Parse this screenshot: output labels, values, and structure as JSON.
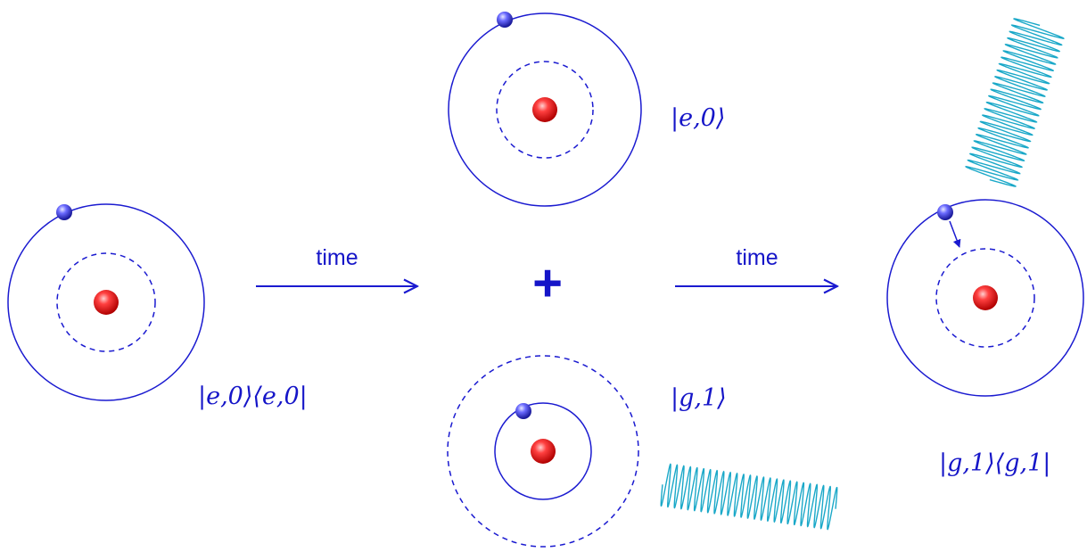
{
  "colors": {
    "orbit": "#1a1ad0",
    "arrow": "#1a1ad0",
    "nucleus": "#e81818",
    "electron": "#3a3ae0",
    "wave": "#1aa8c8",
    "text": "#1515c8"
  },
  "arrows": [
    {
      "label": "time"
    },
    {
      "label": "time"
    }
  ],
  "plus": "+",
  "states": {
    "initial": "|e,0⟩⟨e,0|",
    "excited": "|e,0⟩",
    "ground_photon": "|g,1⟩",
    "final": "|g,1⟩⟨g,1|"
  },
  "atoms": [
    {
      "id": "left",
      "electron_on": "outer",
      "outer_dashed": false,
      "inner_dashed": true
    },
    {
      "id": "top",
      "electron_on": "outer",
      "outer_dashed": false,
      "inner_dashed": true
    },
    {
      "id": "bottom",
      "electron_on": "inner",
      "outer_dashed": true,
      "inner_dashed": false
    },
    {
      "id": "right",
      "electron_on": "outer",
      "outer_dashed": false,
      "inner_dashed": true,
      "transition_arrow": true
    }
  ]
}
